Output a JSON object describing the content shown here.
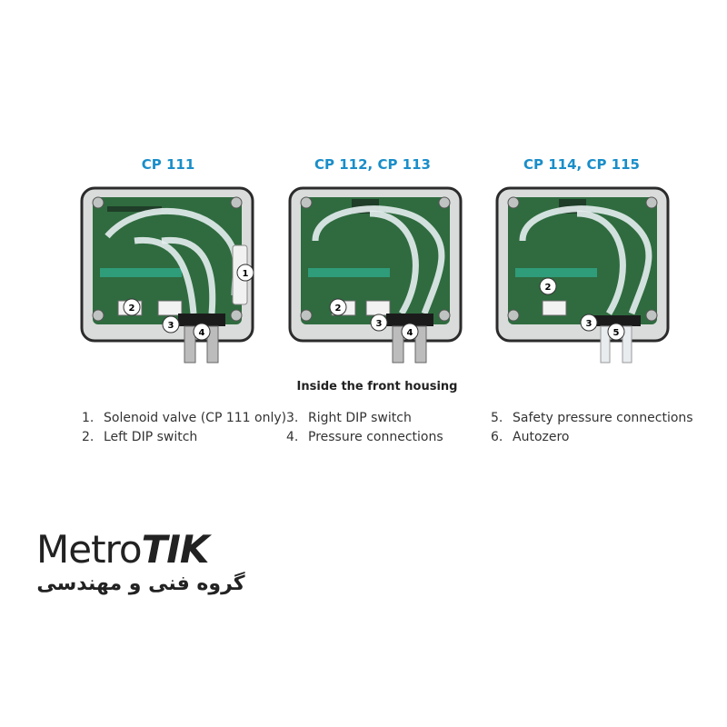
{
  "models": [
    {
      "title": "CP 111",
      "callouts": [
        "1",
        "2",
        "3",
        "4"
      ]
    },
    {
      "title": "CP 112, CP 113",
      "callouts": [
        "2",
        "3",
        "4"
      ]
    },
    {
      "title": "CP 114, CP 115",
      "callouts": [
        "2",
        "3",
        "5"
      ]
    }
  ],
  "caption": "Inside the front housing",
  "legend": [
    {
      "num": "1.",
      "text": "Solenoid valve (CP 111 only)"
    },
    {
      "num": "2.",
      "text": "Left DIP switch"
    },
    {
      "num": "3.",
      "text": "Right DIP switch"
    },
    {
      "num": "4.",
      "text": "Pressure connections"
    },
    {
      "num": "5.",
      "text": "Safety pressure connections"
    },
    {
      "num": "6.",
      "text": "Autozero"
    }
  ],
  "logo": {
    "latin_plain": "Metro",
    "latin_bold": "TIK",
    "farsi": "گروه فنی و مهندسی"
  },
  "colors": {
    "title_blue": "#1a8ec9",
    "board_green": "#2f6b3f",
    "housing": "#d9dcda"
  }
}
